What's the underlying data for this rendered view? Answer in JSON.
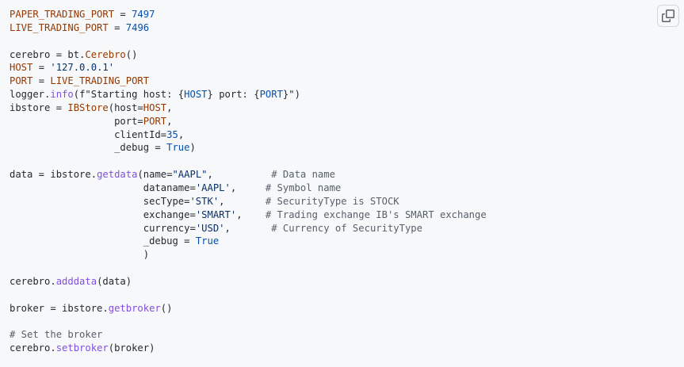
{
  "code": {
    "language": "python",
    "lines": [
      [
        {
          "t": "PAPER_TRADING_PORT",
          "c": "var"
        },
        {
          "t": " = ",
          "c": "plain"
        },
        {
          "t": "7497",
          "c": "num"
        }
      ],
      [
        {
          "t": "LIVE_TRADING_PORT",
          "c": "var"
        },
        {
          "t": " = ",
          "c": "plain"
        },
        {
          "t": "7496",
          "c": "num"
        }
      ],
      [],
      [
        {
          "t": "cerebro = bt.",
          "c": "plain"
        },
        {
          "t": "Cerebro",
          "c": "var"
        },
        {
          "t": "()",
          "c": "plain"
        }
      ],
      [
        {
          "t": "HOST",
          "c": "var"
        },
        {
          "t": " = ",
          "c": "plain"
        },
        {
          "t": "'127.0.0.1'",
          "c": "str"
        }
      ],
      [
        {
          "t": "PORT",
          "c": "var"
        },
        {
          "t": " = ",
          "c": "plain"
        },
        {
          "t": "LIVE_TRADING_PORT",
          "c": "var"
        }
      ],
      [
        {
          "t": "logger.",
          "c": "plain"
        },
        {
          "t": "info",
          "c": "fn"
        },
        {
          "t": "(f\"Starting host: {",
          "c": "plain"
        },
        {
          "t": "HOST",
          "c": "num"
        },
        {
          "t": "} port: {",
          "c": "plain"
        },
        {
          "t": "PORT",
          "c": "num"
        },
        {
          "t": "}\")",
          "c": "plain"
        }
      ],
      [
        {
          "t": "ibstore = ",
          "c": "plain"
        },
        {
          "t": "IBStore",
          "c": "var"
        },
        {
          "t": "(host=",
          "c": "plain"
        },
        {
          "t": "HOST",
          "c": "var"
        },
        {
          "t": ",",
          "c": "plain"
        }
      ],
      [
        {
          "t": "                  port=",
          "c": "plain"
        },
        {
          "t": "PORT",
          "c": "var"
        },
        {
          "t": ",",
          "c": "plain"
        }
      ],
      [
        {
          "t": "                  clientId=",
          "c": "plain"
        },
        {
          "t": "35",
          "c": "num"
        },
        {
          "t": ",",
          "c": "plain"
        }
      ],
      [
        {
          "t": "                  _debug = ",
          "c": "plain"
        },
        {
          "t": "True",
          "c": "num"
        },
        {
          "t": ")",
          "c": "plain"
        }
      ],
      [],
      [
        {
          "t": "data = ibstore.",
          "c": "plain"
        },
        {
          "t": "getdata",
          "c": "fn"
        },
        {
          "t": "(name=",
          "c": "plain"
        },
        {
          "t": "\"AAPL\"",
          "c": "str"
        },
        {
          "t": ",          ",
          "c": "plain"
        },
        {
          "t": "# Data name",
          "c": "com"
        }
      ],
      [
        {
          "t": "                       dataname=",
          "c": "plain"
        },
        {
          "t": "'AAPL'",
          "c": "str"
        },
        {
          "t": ",     ",
          "c": "plain"
        },
        {
          "t": "# Symbol name",
          "c": "com"
        }
      ],
      [
        {
          "t": "                       secType=",
          "c": "plain"
        },
        {
          "t": "'STK'",
          "c": "str"
        },
        {
          "t": ",       ",
          "c": "plain"
        },
        {
          "t": "# SecurityType is STOCK",
          "c": "com"
        }
      ],
      [
        {
          "t": "                       exchange=",
          "c": "plain"
        },
        {
          "t": "'SMART'",
          "c": "str"
        },
        {
          "t": ",    ",
          "c": "plain"
        },
        {
          "t": "# Trading exchange IB's SMART exchange",
          "c": "com"
        }
      ],
      [
        {
          "t": "                       currency=",
          "c": "plain"
        },
        {
          "t": "'USD'",
          "c": "str"
        },
        {
          "t": ",       ",
          "c": "plain"
        },
        {
          "t": "# Currency of SecurityType",
          "c": "com"
        }
      ],
      [
        {
          "t": "                       _debug = ",
          "c": "plain"
        },
        {
          "t": "True",
          "c": "num"
        }
      ],
      [
        {
          "t": "                       )",
          "c": "plain"
        }
      ],
      [],
      [
        {
          "t": "cerebro.",
          "c": "plain"
        },
        {
          "t": "adddata",
          "c": "fn"
        },
        {
          "t": "(data)",
          "c": "plain"
        }
      ],
      [],
      [
        {
          "t": "broker = ibstore.",
          "c": "plain"
        },
        {
          "t": "getbroker",
          "c": "fn"
        },
        {
          "t": "()",
          "c": "plain"
        }
      ],
      [],
      [
        {
          "t": "# Set the broker",
          "c": "com"
        }
      ],
      [
        {
          "t": "cerebro.",
          "c": "plain"
        },
        {
          "t": "setbroker",
          "c": "fn"
        },
        {
          "t": "(broker)",
          "c": "plain"
        }
      ]
    ]
  },
  "copy_button": {
    "icon": "copy-icon"
  },
  "colors": {
    "background": "#f6f8fa",
    "text": "#24292f",
    "variable": "#953800",
    "number": "#0550ae",
    "string": "#0a3069",
    "function": "#8250df",
    "comment": "#57606a"
  }
}
